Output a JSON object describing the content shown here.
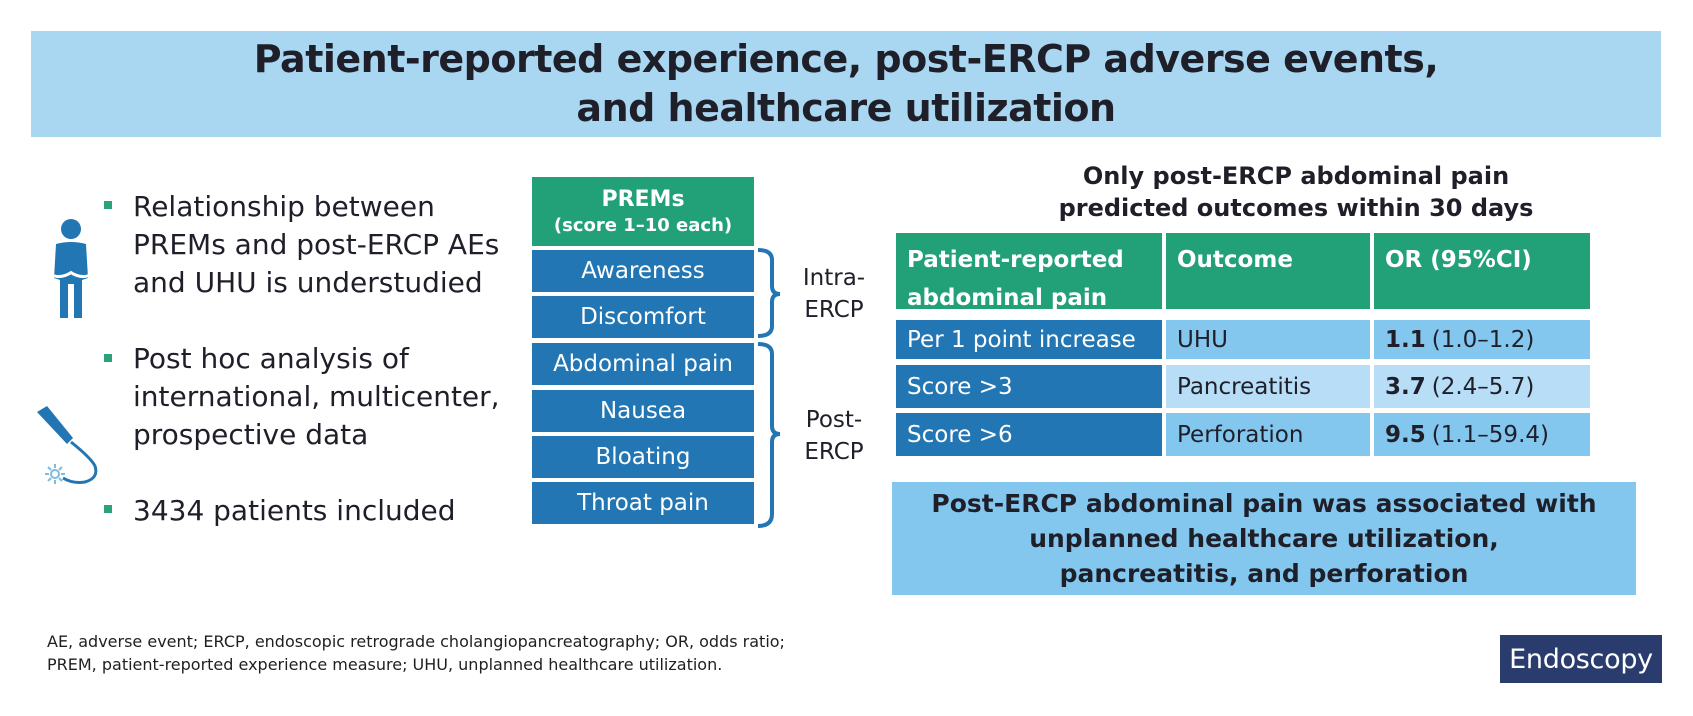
{
  "title": {
    "line1": "Patient-reported experience, post-ERCP adverse events,",
    "line2": "and healthcare utilization"
  },
  "left_panel": {
    "bullets": [
      {
        "lines": [
          "Relationship between",
          "PREMs and post-ERCP AEs",
          "and UHU is understudied"
        ]
      },
      {
        "lines": [
          "Post hoc analysis of",
          "international, multicenter,",
          "prospective data"
        ]
      },
      {
        "lines": [
          "3434 patients included"
        ]
      }
    ],
    "icons": [
      "patient-abdominal-pain-icon",
      "endoscope-icon"
    ]
  },
  "prems": {
    "header_title": "PREMs",
    "header_subtitle": "(score 1–10 each)",
    "items": [
      "Awareness",
      "Discomfort",
      "Abdominal pain",
      "Nausea",
      "Bloating",
      "Throat pain"
    ],
    "groups": [
      {
        "line1": "Intra-",
        "line2": "ERCP"
      },
      {
        "line1": "Post-",
        "line2": "ERCP"
      }
    ]
  },
  "results": {
    "subtitle_line1": "Only post-ERCP abdominal pain",
    "subtitle_line2": "predicted outcomes within  30 days",
    "table": {
      "headers": [
        "Patient-reported\nabdominal pain",
        "Outcome",
        "OR (95%CI)"
      ],
      "rows": [
        {
          "predictor": "Per 1 point increase",
          "outcome": "UHU",
          "or": "1.1",
          "ci": "(1.0–1.2)"
        },
        {
          "predictor": "Score >3",
          "outcome": "Pancreatitis",
          "or": "3.7",
          "ci": "(2.4–5.7)"
        },
        {
          "predictor": "Score >6",
          "outcome": "Perforation",
          "or": "9.5",
          "ci": "(1.1–59.4)"
        }
      ]
    },
    "conclusion": {
      "line1": "Post-ERCP abdominal pain was associated with",
      "line2": "unplanned healthcare utilization,",
      "line3": "pancreatitis, and perforation"
    }
  },
  "footnote": {
    "line1": "AE, adverse event; ERCP, endoscopic retrograde cholangiopancreatography; OR, odds ratio;",
    "line2": "PREM, patient-reported experience measure; UHU, unplanned healthcare utilization."
  },
  "journal": "Endoscopy",
  "colors": {
    "banner": "#a9d6f1",
    "green": "#22a078",
    "blue": "#2276b3",
    "light_blue": "#84c7ee",
    "lighter_blue": "#b7def6",
    "navy": "#2a3c6d"
  }
}
